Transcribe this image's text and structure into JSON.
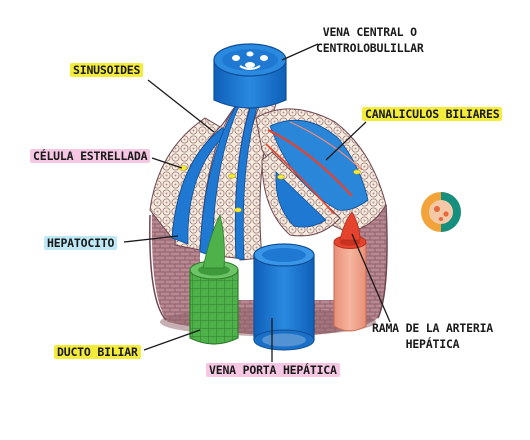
{
  "labels": {
    "vena_central_line1": "VENA CENTRAL O",
    "vena_central_line2": "CENTROLOBULILLAR",
    "sinusoides": "SINUSOIDES",
    "canaliculos": "CANALICULOS BILIARES",
    "celula_estrellada": "CÉLULA ESTRELLADA",
    "hepatocito": "HEPATOCITO",
    "ducto_biliar": "DUCTO BILIAR",
    "vena_porta": "VENA PORTA HEPÁTICA",
    "rama_arteria_line1": "RAMA DE LA ARTERIA",
    "rama_arteria_line2": "HEPÁTICA"
  },
  "colors": {
    "vein_blue": "#1f78d1",
    "vein_blue_dark": "#0f4f99",
    "bile_green": "#4fb14a",
    "artery_red": "#e5432e",
    "artery_peach": "#f2a187",
    "tissue_mauve": "#b98993",
    "cell_fill": "#f6ecdd",
    "highlight_yellow": "#f3ec3a",
    "highlight_pink": "#f5c7e3",
    "highlight_blue": "#bfe7f5"
  },
  "logo": {
    "icon": "circular-logo-icon"
  }
}
